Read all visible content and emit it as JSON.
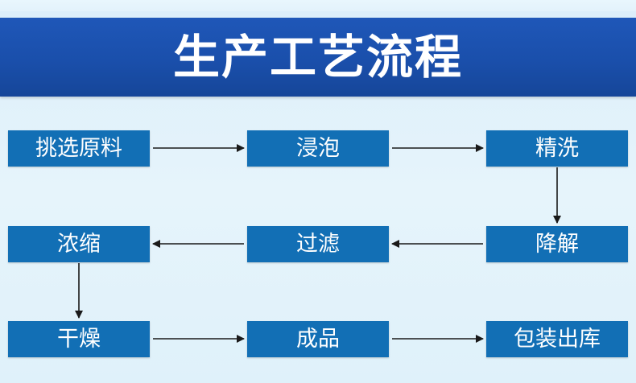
{
  "title": "生产工艺流程",
  "colors": {
    "header_bg": "#1a4fab",
    "step_bg": "#126fb5",
    "step_text": "#ffffff",
    "arrow": "#1a1a1a",
    "background": "#e2f2fb"
  },
  "steps": [
    {
      "label": "挑选原料"
    },
    {
      "label": "浸泡"
    },
    {
      "label": "精洗"
    },
    {
      "label": "降解"
    },
    {
      "label": "过滤"
    },
    {
      "label": "浓缩"
    },
    {
      "label": "干燥"
    },
    {
      "label": "成品"
    },
    {
      "label": "包装出库"
    }
  ]
}
